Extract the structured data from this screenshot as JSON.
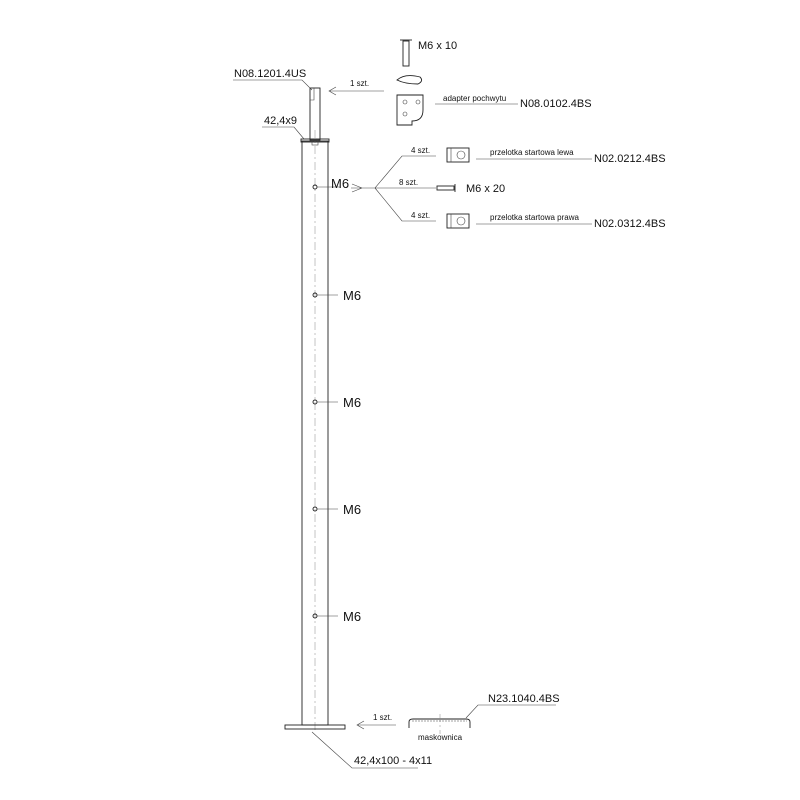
{
  "title_parts": {
    "handrail_pin": "N08.1201.4US",
    "pin_size": "42,4x9",
    "base_plate": "42,4x100 - 4x11"
  },
  "hole_labels": [
    "M6",
    "M6",
    "M6",
    "M6",
    "M6"
  ],
  "adapter": {
    "screw": "M6 x 10",
    "qty": "1 szt.",
    "name": "adapter pochwytu",
    "code": "N08.0102.4BS"
  },
  "fixings": {
    "left": {
      "qty": "4 szt.",
      "name": "przelotka startowa lewa",
      "code": "N02.0212.4BS"
    },
    "screw": {
      "qty": "8 szt.",
      "name": "M6 x 20"
    },
    "right": {
      "qty": "4 szt.",
      "name": "przelotka startowa prawa",
      "code": "N02.0312.4BS"
    }
  },
  "cover": {
    "qty": "1 szt.",
    "name": "maskownica",
    "code": "N23.1040.4BS"
  }
}
